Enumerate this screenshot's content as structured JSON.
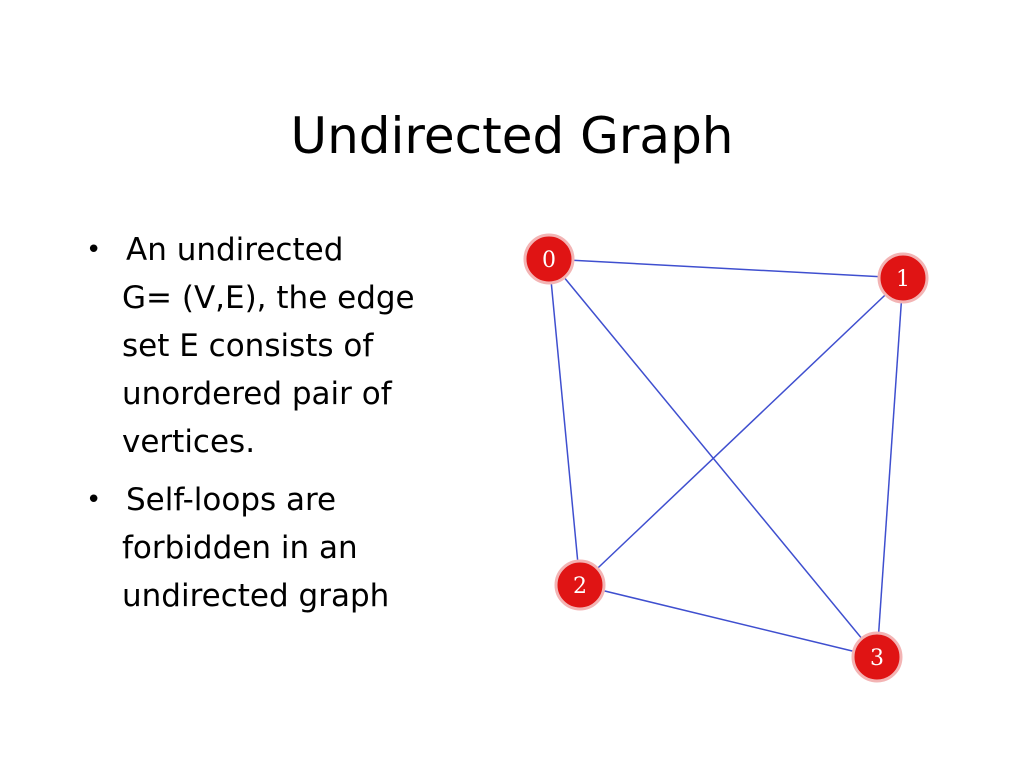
{
  "slide": {
    "title": "Undirected Graph",
    "bullets": [
      {
        "lines": [
          "An undirected",
          "G= (V,E), the edge",
          "set E consists of",
          "unordered pair of",
          "vertices."
        ]
      },
      {
        "lines": [
          "Self-loops are",
          "forbidden in an",
          "undirected graph"
        ]
      }
    ],
    "bullet_symbol": "•"
  },
  "graph": {
    "edge_color": "#3f4fcf",
    "vertex_color": "#e01414",
    "vertices": [
      {
        "id": "0",
        "label": "0"
      },
      {
        "id": "1",
        "label": "1"
      },
      {
        "id": "2",
        "label": "2"
      },
      {
        "id": "3",
        "label": "3"
      }
    ],
    "edges": [
      [
        "0",
        "1"
      ],
      [
        "0",
        "2"
      ],
      [
        "0",
        "3"
      ],
      [
        "1",
        "2"
      ],
      [
        "1",
        "3"
      ],
      [
        "2",
        "3"
      ]
    ]
  }
}
